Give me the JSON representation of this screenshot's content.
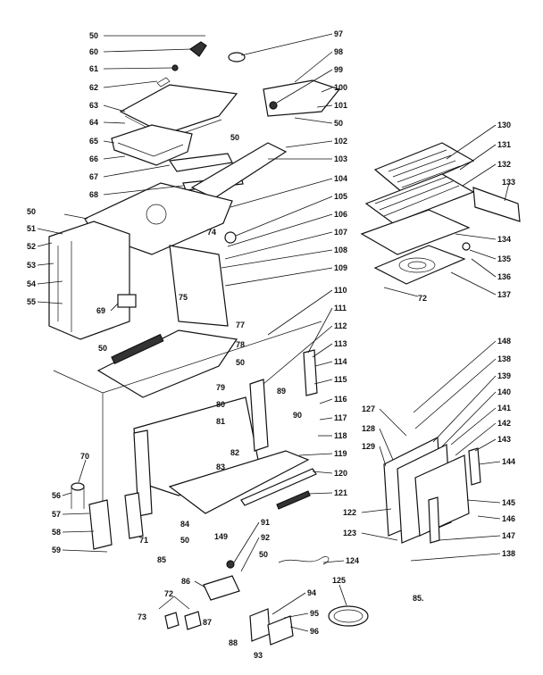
{
  "diagram": {
    "footer_code": "85."
  },
  "labels": [
    {
      "id": "l50a",
      "text": "50"
    },
    {
      "id": "l60",
      "text": "60"
    },
    {
      "id": "l61",
      "text": "61"
    },
    {
      "id": "l62",
      "text": "62"
    },
    {
      "id": "l63",
      "text": "63"
    },
    {
      "id": "l64",
      "text": "64"
    },
    {
      "id": "l65",
      "text": "65"
    },
    {
      "id": "l66",
      "text": "66"
    },
    {
      "id": "l67",
      "text": "67"
    },
    {
      "id": "l68",
      "text": "68"
    },
    {
      "id": "l50b",
      "text": "50"
    },
    {
      "id": "l51",
      "text": "51"
    },
    {
      "id": "l52",
      "text": "52"
    },
    {
      "id": "l53",
      "text": "53"
    },
    {
      "id": "l54",
      "text": "54"
    },
    {
      "id": "l55",
      "text": "55"
    },
    {
      "id": "l69",
      "text": "69"
    },
    {
      "id": "l50c",
      "text": "50"
    },
    {
      "id": "l97",
      "text": "97"
    },
    {
      "id": "l98",
      "text": "98"
    },
    {
      "id": "l99",
      "text": "99"
    },
    {
      "id": "l100",
      "text": "100"
    },
    {
      "id": "l101",
      "text": "101"
    },
    {
      "id": "l50d",
      "text": "50"
    },
    {
      "id": "l50e",
      "text": "50"
    },
    {
      "id": "l102",
      "text": "102"
    },
    {
      "id": "l103",
      "text": "103"
    },
    {
      "id": "l104",
      "text": "104"
    },
    {
      "id": "l105",
      "text": "105"
    },
    {
      "id": "l106",
      "text": "106"
    },
    {
      "id": "l107",
      "text": "107"
    },
    {
      "id": "l108",
      "text": "108"
    },
    {
      "id": "l109",
      "text": "109"
    },
    {
      "id": "l110",
      "text": "110"
    },
    {
      "id": "l74",
      "text": "74"
    },
    {
      "id": "l75",
      "text": "75"
    },
    {
      "id": "l77",
      "text": "77"
    },
    {
      "id": "l78",
      "text": "78"
    },
    {
      "id": "l50f",
      "text": "50"
    },
    {
      "id": "l79",
      "text": "79"
    },
    {
      "id": "l80",
      "text": "80"
    },
    {
      "id": "l81",
      "text": "81"
    },
    {
      "id": "l82",
      "text": "82"
    },
    {
      "id": "l83",
      "text": "83"
    },
    {
      "id": "l89",
      "text": "89"
    },
    {
      "id": "l90",
      "text": "90"
    },
    {
      "id": "l111",
      "text": "111"
    },
    {
      "id": "l112",
      "text": "112"
    },
    {
      "id": "l113",
      "text": "113"
    },
    {
      "id": "l114",
      "text": "114"
    },
    {
      "id": "l115",
      "text": "115"
    },
    {
      "id": "l116",
      "text": "116"
    },
    {
      "id": "l117",
      "text": "117"
    },
    {
      "id": "l118",
      "text": "118"
    },
    {
      "id": "l119",
      "text": "119"
    },
    {
      "id": "l120",
      "text": "120"
    },
    {
      "id": "l121",
      "text": "121"
    },
    {
      "id": "l122",
      "text": "122"
    },
    {
      "id": "l123",
      "text": "123"
    },
    {
      "id": "l130",
      "text": "130"
    },
    {
      "id": "l131",
      "text": "131"
    },
    {
      "id": "l132",
      "text": "132"
    },
    {
      "id": "l133",
      "text": "133"
    },
    {
      "id": "l134",
      "text": "134"
    },
    {
      "id": "l135",
      "text": "135"
    },
    {
      "id": "l136",
      "text": "136"
    },
    {
      "id": "l137",
      "text": "137"
    },
    {
      "id": "l72a",
      "text": "72"
    },
    {
      "id": "l148",
      "text": "148"
    },
    {
      "id": "l138a",
      "text": "138"
    },
    {
      "id": "l139",
      "text": "139"
    },
    {
      "id": "l140",
      "text": "140"
    },
    {
      "id": "l141",
      "text": "141"
    },
    {
      "id": "l142",
      "text": "142"
    },
    {
      "id": "l143",
      "text": "143"
    },
    {
      "id": "l144",
      "text": "144"
    },
    {
      "id": "l145",
      "text": "145"
    },
    {
      "id": "l146",
      "text": "146"
    },
    {
      "id": "l147",
      "text": "147"
    },
    {
      "id": "l138b",
      "text": "138"
    },
    {
      "id": "l127",
      "text": "127"
    },
    {
      "id": "l128",
      "text": "128"
    },
    {
      "id": "l129",
      "text": "129"
    },
    {
      "id": "l70",
      "text": "70"
    },
    {
      "id": "l56",
      "text": "56"
    },
    {
      "id": "l57",
      "text": "57"
    },
    {
      "id": "l58",
      "text": "58"
    },
    {
      "id": "l59",
      "text": "59"
    },
    {
      "id": "l71",
      "text": "71"
    },
    {
      "id": "l84",
      "text": "84"
    },
    {
      "id": "l85",
      "text": "85"
    },
    {
      "id": "l50g",
      "text": "50"
    },
    {
      "id": "l149",
      "text": "149"
    },
    {
      "id": "l91",
      "text": "91"
    },
    {
      "id": "l92",
      "text": "92"
    },
    {
      "id": "l50h",
      "text": "50"
    },
    {
      "id": "l124",
      "text": "124"
    },
    {
      "id": "l86",
      "text": "86"
    },
    {
      "id": "l72b",
      "text": "72"
    },
    {
      "id": "l73",
      "text": "73"
    },
    {
      "id": "l87",
      "text": "87"
    },
    {
      "id": "l88",
      "text": "88"
    },
    {
      "id": "l93",
      "text": "93"
    },
    {
      "id": "l94",
      "text": "94"
    },
    {
      "id": "l95",
      "text": "95"
    },
    {
      "id": "l96",
      "text": "96"
    },
    {
      "id": "l125",
      "text": "125"
    }
  ]
}
